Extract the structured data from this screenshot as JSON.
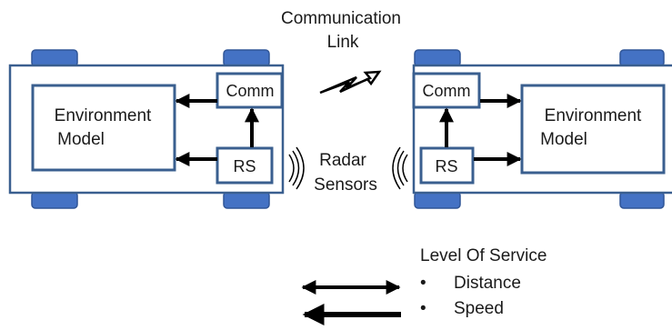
{
  "communication_link": {
    "line1": "Communication",
    "line2": "Link"
  },
  "radar_sensors": {
    "line1": "Radar",
    "line2": "Sensors"
  },
  "left_vehicle": {
    "environment_model": {
      "line1": "Environment",
      "line2": "Model"
    },
    "comm": "Comm",
    "rs": "RS"
  },
  "right_vehicle": {
    "environment_model": {
      "line1": "Environment",
      "line2": "Model"
    },
    "comm": "Comm",
    "rs": "RS"
  },
  "legend": {
    "title": "Level Of Service",
    "items": [
      {
        "bullet": "•",
        "text": "Distance"
      },
      {
        "bullet": "•",
        "text": "Speed"
      }
    ]
  },
  "colors": {
    "outline": "#3a5f8f",
    "wheel": "#4472c4",
    "wheel_edge": "#2f5597",
    "arrow": "#000000",
    "text": "#1a1a1a"
  }
}
